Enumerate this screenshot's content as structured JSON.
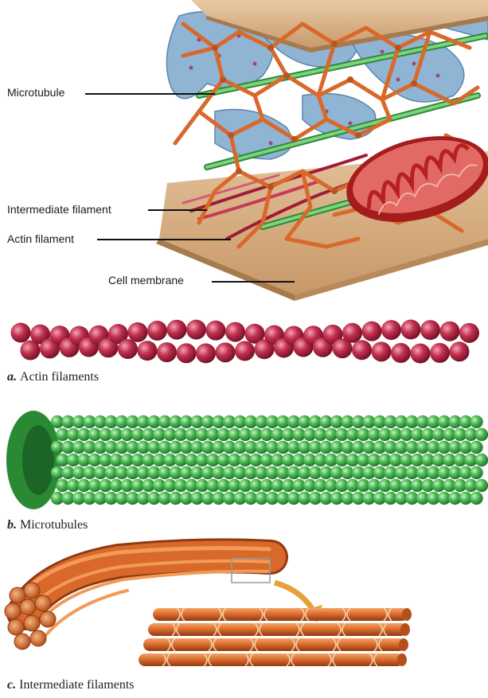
{
  "labels": {
    "microtubule": "Microtubule",
    "intermediate_filament": "Intermediate filament",
    "actin_filament": "Actin filament",
    "cell_membrane": "Cell membrane"
  },
  "captions": {
    "a": {
      "letter": "a.",
      "text": "Actin filaments"
    },
    "b": {
      "letter": "b.",
      "text": "Microtubules"
    },
    "c": {
      "letter": "c.",
      "text": "Intermediate filaments"
    }
  },
  "colors": {
    "actin": "#b4203c",
    "microtubule": "#3fae4a",
    "intermediate": "#d9692a",
    "membrane": "#d8b083",
    "er": "#8fb4d4",
    "mitochondrion": "#c82a2a"
  }
}
